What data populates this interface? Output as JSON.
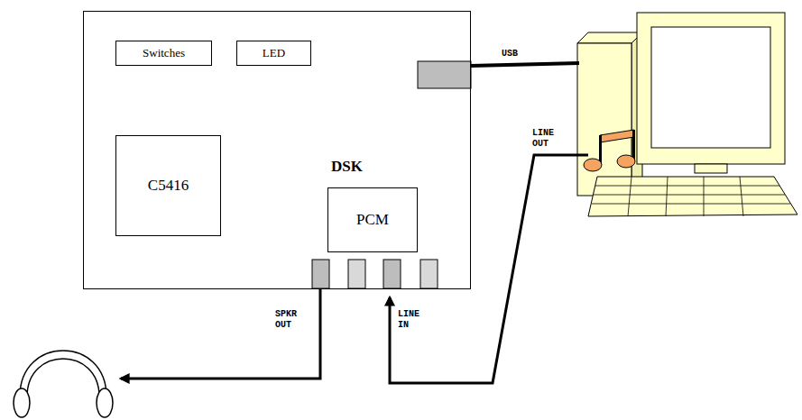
{
  "diagram": {
    "nodes": [
      {
        "text": [
          "DSK"
        ]
      },
      {
        "text": [
          "Switches"
        ],
        "in": 0
      },
      {
        "text": [
          "LED"
        ],
        "in": 0
      },
      {
        "text": [
          "C5416"
        ],
        "in": 0
      },
      {
        "text": [
          "PCM"
        ],
        "in": 0
      }
    ],
    "labels": [
      "USB",
      "LINE OUT",
      "LINE IN",
      "SPKR OUT"
    ]
  }
}
